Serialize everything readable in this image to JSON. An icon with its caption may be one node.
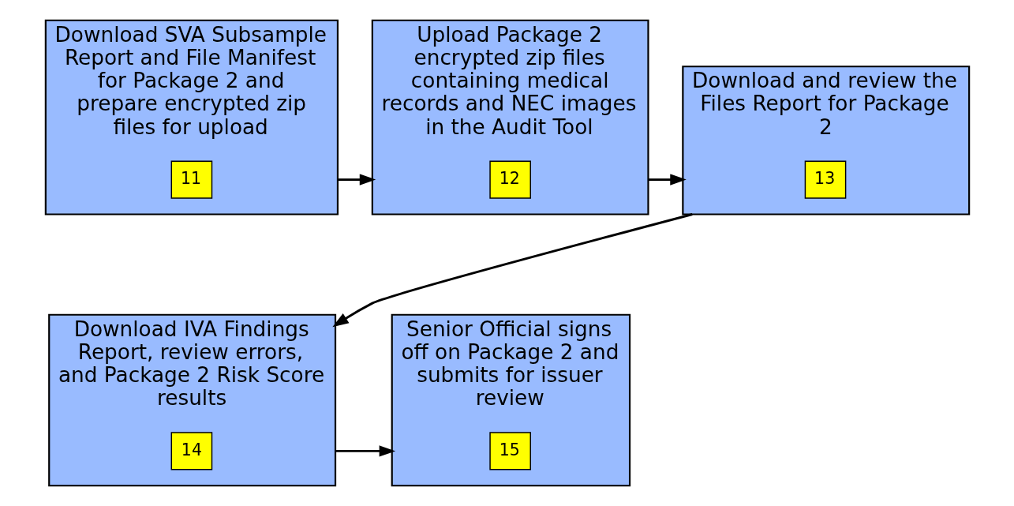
{
  "diagram": {
    "nodes": [
      {
        "text": [
          "Download SVA Subsample Report and File Manifest for Package 2 and prepare encrypted zip files for upload"
        ]
      },
      {
        "text": [
          "11"
        ],
        "in": 0
      },
      {
        "text": [
          "Upload Package 2 encrypted zip files containing medical records and NEC images in the Audit Tool"
        ]
      },
      {
        "text": [
          "12"
        ],
        "in": 2
      },
      {
        "text": [
          "Download and review the Files Report for Package 2"
        ]
      },
      {
        "text": [
          "13"
        ],
        "in": 4
      },
      {
        "text": [
          "Download IVA Findings Report, review errors, and Package 2 Risk Score results"
        ]
      },
      {
        "text": [
          "14"
        ],
        "in": 6
      },
      {
        "text": [
          "Senior Official signs off on Package 2 and submits for issuer review"
        ]
      },
      {
        "text": [
          "15"
        ],
        "in": 8
      }
    ],
    "edges": [
      {
        "from": 0,
        "to": 2,
        "arrow": "to"
      },
      {
        "from": 2,
        "to": 4,
        "arrow": "to"
      },
      {
        "from": 4,
        "to": 6,
        "arrow": "to"
      },
      {
        "from": 6,
        "to": 8,
        "arrow": "to"
      }
    ]
  }
}
